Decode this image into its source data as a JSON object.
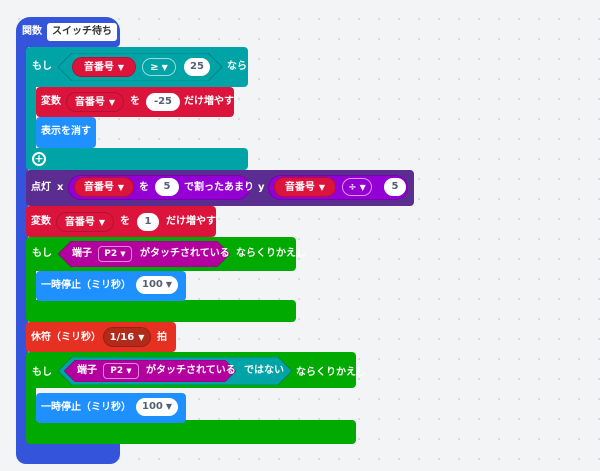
{
  "function_block": {
    "keyword": "関数",
    "name": "スイッチ待ち"
  },
  "if_block_1": {
    "if_label": "もし",
    "left_variable": "音番号",
    "operator": "≥",
    "right_value": "25",
    "then_label": "なら",
    "add_icon": "plus-circle-icon"
  },
  "change_var_1": {
    "label_before": "変数",
    "variable": "音番号",
    "particle": "を",
    "value": "-25",
    "label_after": "だけ増やす"
  },
  "clear_screen": {
    "label": "表示を消す"
  },
  "plot_block": {
    "label": "点灯",
    "x_label": "x",
    "x_var": "音番号",
    "particle": "を",
    "divisor": "5",
    "remainder_label": "で割ったあまり",
    "y_label": "y",
    "y_var": "音番号",
    "operator": "÷",
    "operand": "5"
  },
  "change_var_2": {
    "label_before": "変数",
    "variable": "音番号",
    "particle": "を",
    "value": "1",
    "label_after": "だけ増やす"
  },
  "while_block_1": {
    "if_label": "もし",
    "pin_label": "端子",
    "pin": "P2",
    "touched_label": "がタッチされている",
    "loop_label": "ならくりかえし",
    "pause_label": "一時停止（ミリ秒）",
    "pause_value": "100"
  },
  "rest_block": {
    "label": "休符（ミリ秒）",
    "value": "1/16",
    "beat_label": "拍"
  },
  "while_block_2": {
    "if_label": "もし",
    "pin_label": "端子",
    "pin": "P2",
    "touched_label": "がタッチされている",
    "not_label": "ではない",
    "loop_label": "ならくりかえし",
    "pause_label": "一時停止（ミリ秒）",
    "pause_value": "100"
  },
  "colors": {
    "function": "#3455db",
    "logic": "#00a4a6",
    "variables": "#dc143c",
    "basic": "#1e90ff",
    "led": "#5c2d91",
    "math": "#9400d3",
    "loops": "#00aa00",
    "pins": "#b4009e",
    "music": "#e63022"
  }
}
